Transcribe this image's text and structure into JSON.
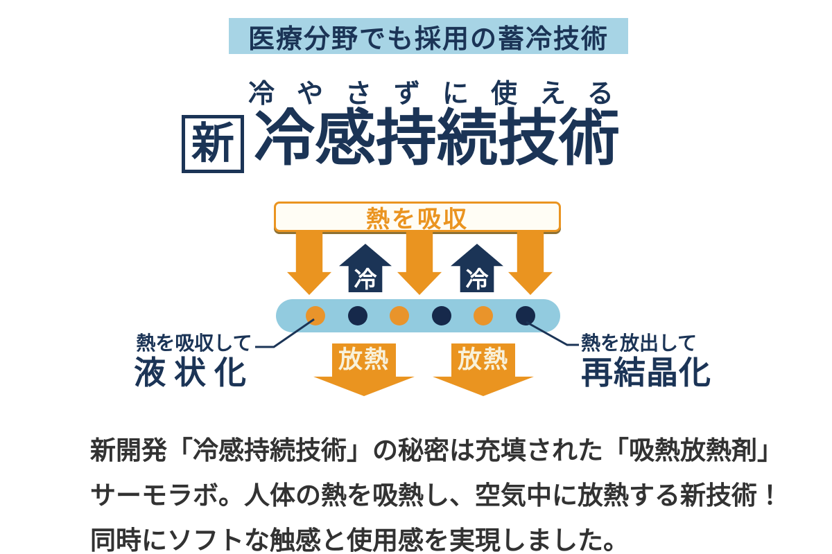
{
  "palette": {
    "navy": "#1b3456",
    "orange": "#ea9420",
    "bar_blue": "#92cbdf",
    "banner_blue": "#a7d4e5",
    "cream_text": "#f8f1da",
    "box_background": "#fffdf5",
    "box_shadow": "#8e7133",
    "body_text": "#323232"
  },
  "banner": {
    "label": "医療分野でも採用の蓄冷技術"
  },
  "heading": {
    "tagline": "冷やさずに使える",
    "badge": "新",
    "title": "冷感持続技術"
  },
  "diagram": {
    "absorb_label": "熱を吸収",
    "cold_label": "冷",
    "release_label": "放熱",
    "left_note": {
      "line1": "熱を吸収して",
      "line2": "液状化"
    },
    "right_note": {
      "line1": "熱を放出して",
      "line2": "再結晶化"
    },
    "dots": [
      "orange",
      "navy",
      "orange",
      "navy",
      "orange",
      "navy"
    ]
  },
  "paragraph": {
    "line1": "新開発「冷感持続技術」の秘密は充填された「吸熱放熱剤」",
    "line2": "サーモラボ。人体の熱を吸熱し、空気中に放熱する新技術！",
    "line3": "同時にソフトな触感と使用感を実現しました。"
  }
}
